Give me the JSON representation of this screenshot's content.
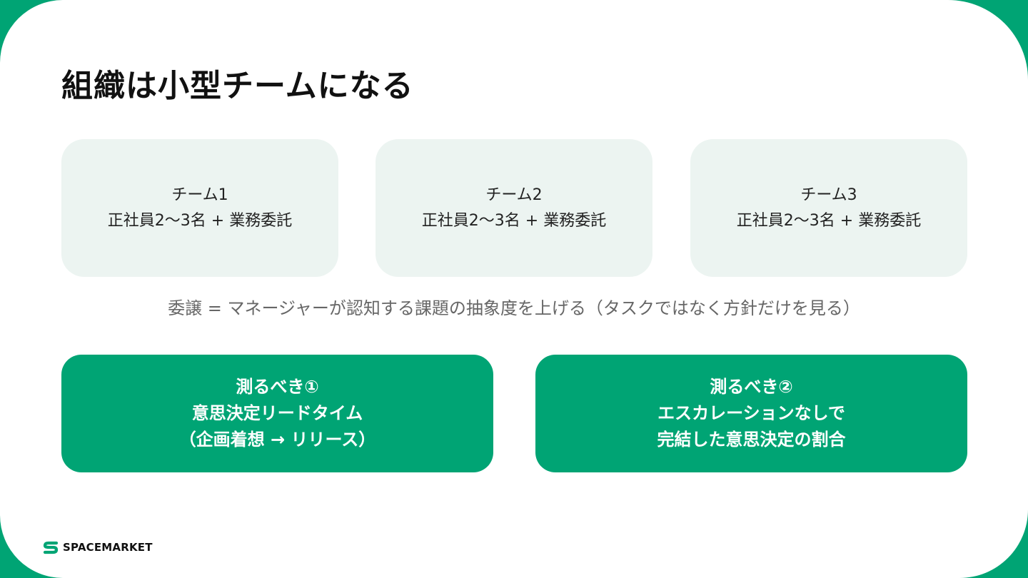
{
  "slide": {
    "title": "組織は小型チームになる"
  },
  "teams": [
    {
      "name": "チーム1",
      "desc": "正社員2〜3名 + 業務委託"
    },
    {
      "name": "チーム2",
      "desc": "正社員2〜3名 + 業務委託"
    },
    {
      "name": "チーム3",
      "desc": "正社員2〜3名 + 業務委託"
    }
  ],
  "note": "委譲 = マネージャーが認知する課題の抽象度を上げる（タスクではなく方針だけを見る）",
  "metrics": [
    {
      "lines": [
        "測るべき①",
        "意思決定リードタイム",
        "（企画着想 → リリース）"
      ]
    },
    {
      "lines": [
        "測るべき②",
        "エスカレーションなしで",
        "完結した意思決定の割合"
      ]
    }
  ],
  "logo": {
    "text": "SPACEMARKET",
    "icon": "spacemarket-logo-icon"
  },
  "colors": {
    "brand_green": "#00a474",
    "card_background": "#ecf4f1",
    "note_text": "#666666"
  }
}
